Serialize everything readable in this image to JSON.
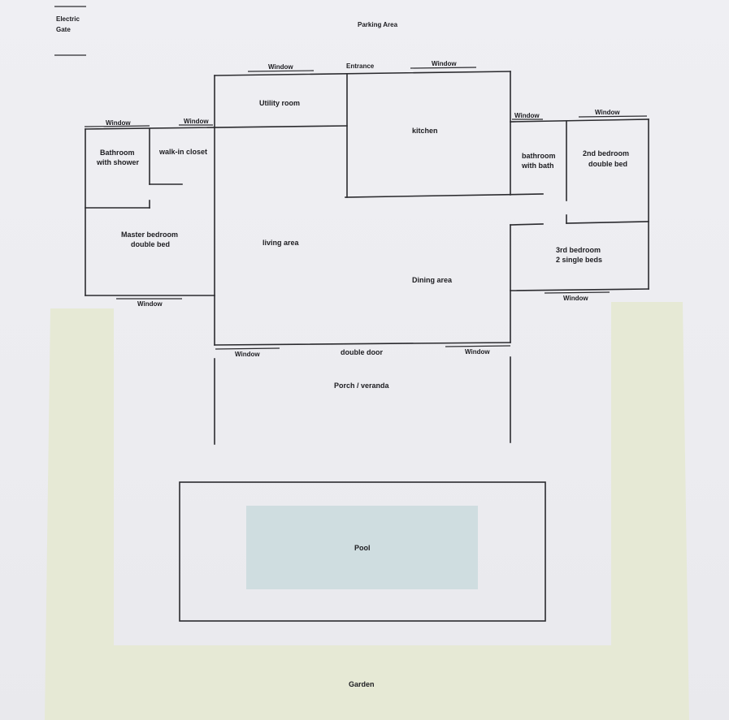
{
  "title": "",
  "colors": {
    "paper": "#eeeef0",
    "garden": "#e6e9d5",
    "pool": "#cfdde0",
    "ink": "#2b2b2f"
  },
  "labels": {
    "electric_gate_1": "Electric",
    "electric_gate_2": "Gate",
    "parking_area": "Parking Area",
    "entrance": "Entrance",
    "utility_room": "Utility room",
    "kitchen": "kitchen",
    "bathroom_shower_1": "Bathroom",
    "bathroom_shower_2": "with shower",
    "walk_in_closet": "walk-in closet",
    "master_bedroom_1": "Master bedroom",
    "master_bedroom_2": "double bed",
    "living_area": "living area",
    "dining_area": "Dining area",
    "bathroom_bath_1": "bathroom",
    "bathroom_bath_2": "with bath",
    "second_bedroom_1": "2nd bedroom",
    "second_bedroom_2": "double bed",
    "third_bedroom_1": "3rd bedroom",
    "third_bedroom_2": "2 single beds",
    "double_door": "double door",
    "porch": "Porch / veranda",
    "pool": "Pool",
    "garden": "Garden",
    "window": "Window"
  }
}
